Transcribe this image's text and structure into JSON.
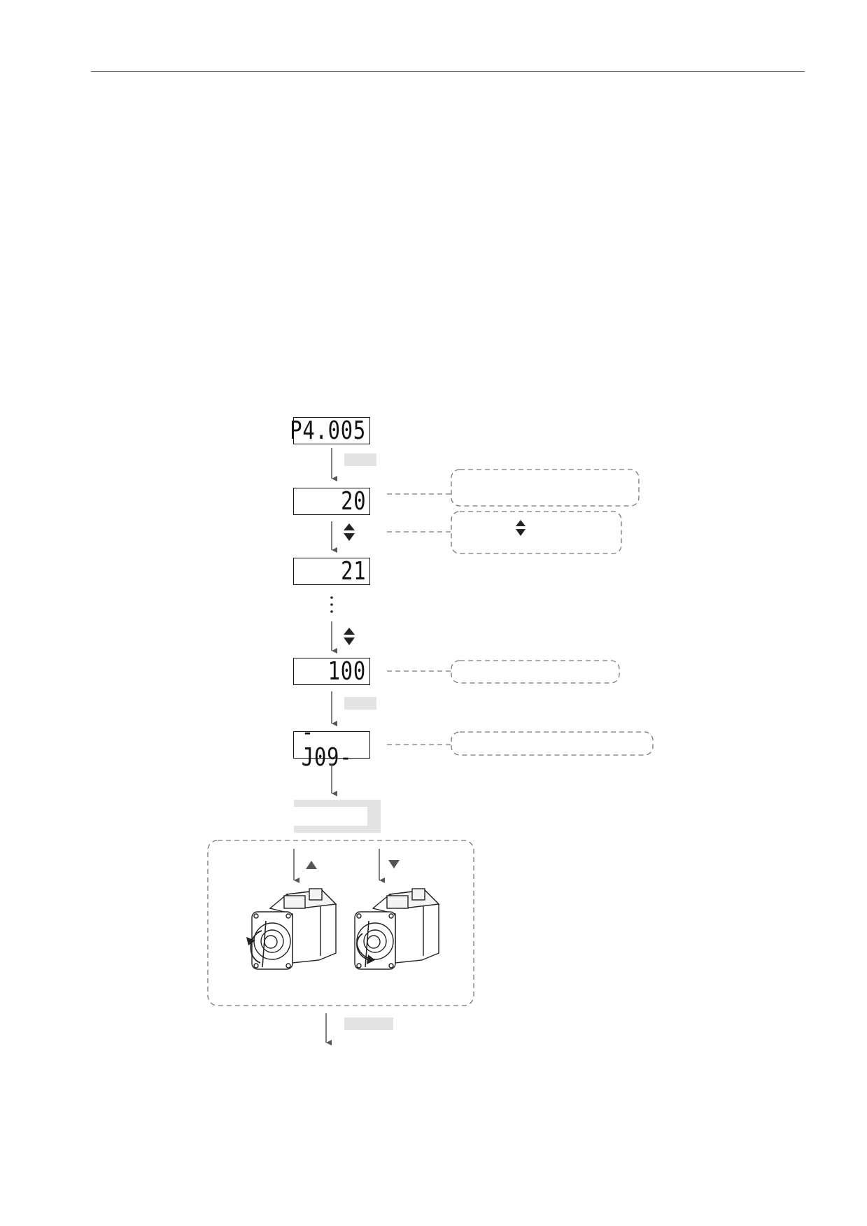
{
  "displays": {
    "d1": "P4.005",
    "d2": "20",
    "d3": "21",
    "d4": "100",
    "d5": "-J09-"
  },
  "icons": {
    "updown": "up-down-arrow-keys-icon",
    "up": "up-key-icon",
    "down": "down-key-icon",
    "motor": "servo-motor-icon"
  }
}
